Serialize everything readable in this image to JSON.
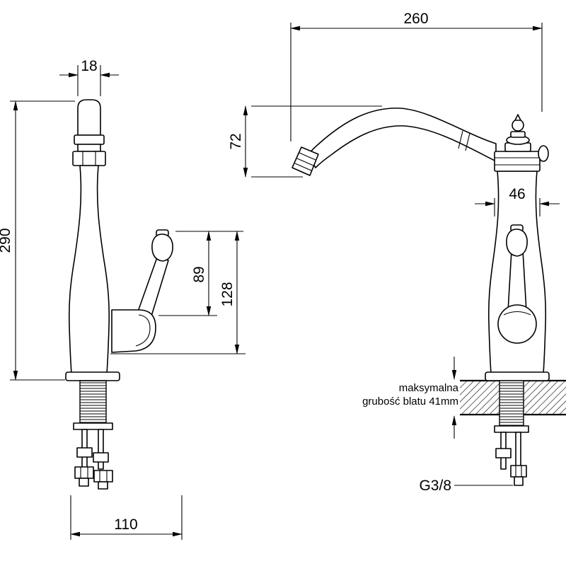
{
  "colors": {
    "line": "#000000",
    "background": "#ffffff"
  },
  "front_view": {
    "dim_spout_width": "18",
    "dim_total_height": "290",
    "dim_handle_height": "89",
    "dim_handle_span": "128",
    "dim_depth": "110"
  },
  "side_view": {
    "dim_reach": "260",
    "dim_spout_drop": "72",
    "dim_body_width": "46",
    "note_line1": "maksymalna",
    "note_line2": "grubość blatu 41mm",
    "thread_label": "G3/8"
  }
}
